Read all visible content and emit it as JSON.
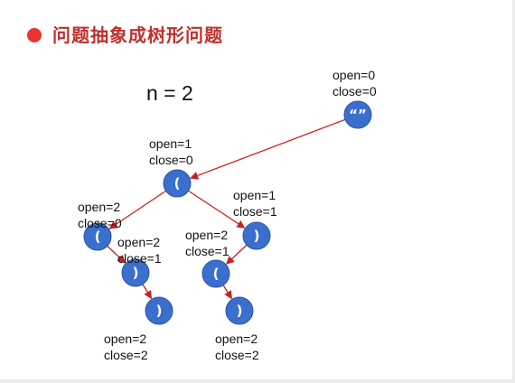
{
  "title": "问题抽象成树形问题",
  "n_label": "n = 2",
  "colors": {
    "accent": "#c0302b",
    "bullet": "#e8342f",
    "node": "#3a6fcd",
    "edge": "#cc1f1f"
  },
  "nodes": [
    {
      "id": "root",
      "symbol": "“”",
      "open": "open=0",
      "close": "close=0"
    },
    {
      "id": "n1",
      "symbol": "(",
      "open": "open=1",
      "close": "close=0"
    },
    {
      "id": "n2",
      "symbol": "(",
      "open": "open=2",
      "close": "close=0"
    },
    {
      "id": "n3",
      "symbol": ")",
      "open": "open=1",
      "close": "close=1"
    },
    {
      "id": "n4",
      "symbol": ")",
      "open": "open=2",
      "close": "close=1"
    },
    {
      "id": "n5",
      "symbol": "(",
      "open": "open=2",
      "close": "close=1"
    },
    {
      "id": "n6",
      "symbol": ")",
      "open": "open=2",
      "close": "close=2"
    },
    {
      "id": "n7",
      "symbol": ")",
      "open": "open=2",
      "close": "close=2"
    }
  ],
  "edges": [
    [
      "root",
      "n1"
    ],
    [
      "n1",
      "n2"
    ],
    [
      "n1",
      "n3"
    ],
    [
      "n2",
      "n4"
    ],
    [
      "n3",
      "n5"
    ],
    [
      "n4",
      "n6"
    ],
    [
      "n5",
      "n7"
    ]
  ]
}
